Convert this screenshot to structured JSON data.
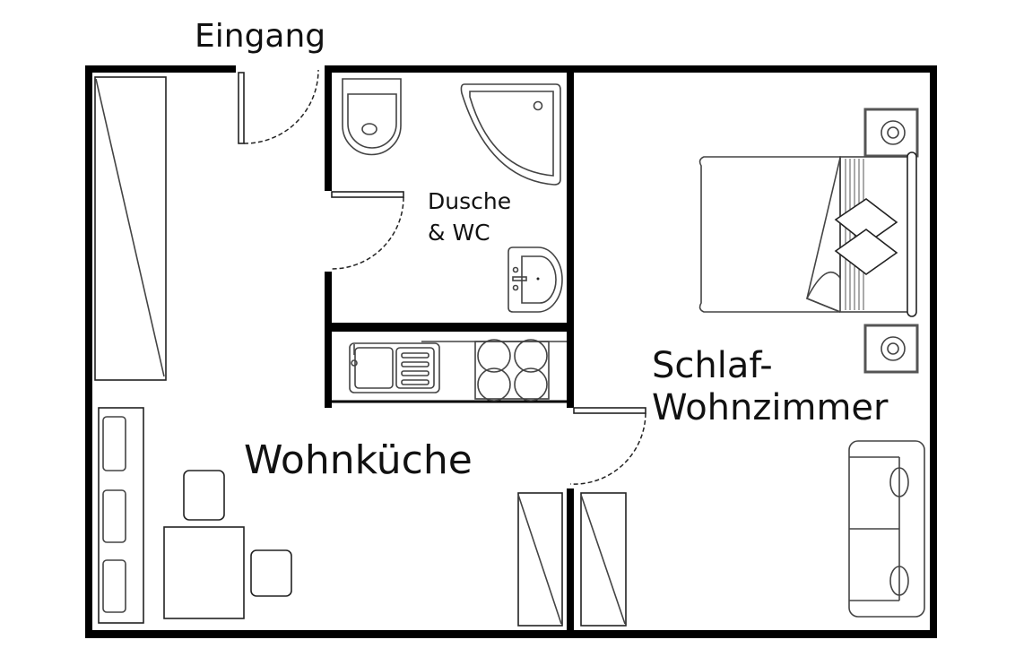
{
  "title": "Grundriss",
  "labels": {
    "entrance": "Eingang",
    "bathroom_line1": "Dusche",
    "bathroom_line2": "& WC",
    "kitchen_living": "Wohnküche",
    "bedroom_line1": "Schlaf-",
    "bedroom_line2": "Wohnzimmer"
  },
  "colors": {
    "wall": "#000000",
    "line": "#222222",
    "background": "#ffffff"
  }
}
